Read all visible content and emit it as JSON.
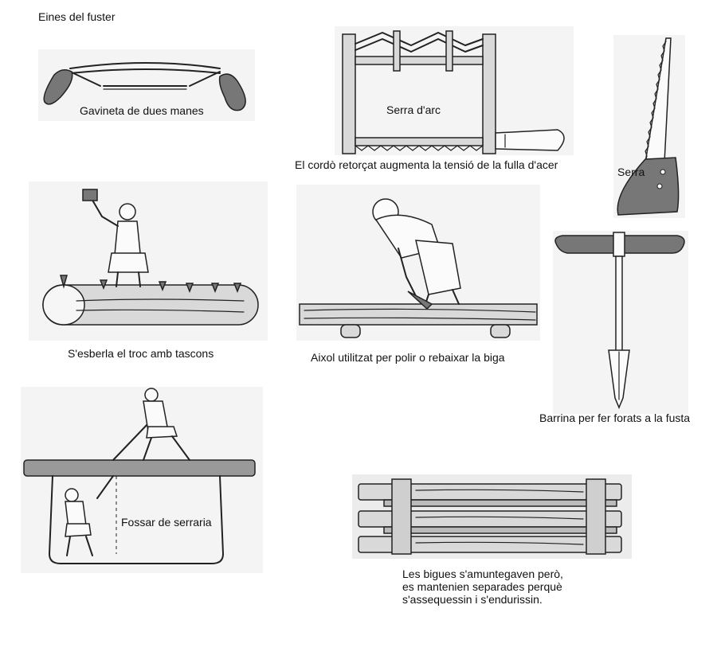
{
  "title": "Eines del fuster",
  "labels": {
    "drawknife": "Gavineta de dues manes",
    "bow_saw": "Serra d'arc",
    "bow_saw_note": "El cordò retorçat augmenta la tensió de la fulla d'acer",
    "saw": "Serra",
    "splitting": "S'esberla el troc amb tascons",
    "adze": "Aixol utilitzat per polir o rebaixar la biga",
    "auger": "Barrina per fer forats a la fusta",
    "saw_pit": "Fossar de serraria",
    "stacked_beams_lines": [
      "Les bigues s'amuntegaven però,",
      "es mantenien separades perquè",
      "s'assequessin i s'endurissin."
    ]
  }
}
